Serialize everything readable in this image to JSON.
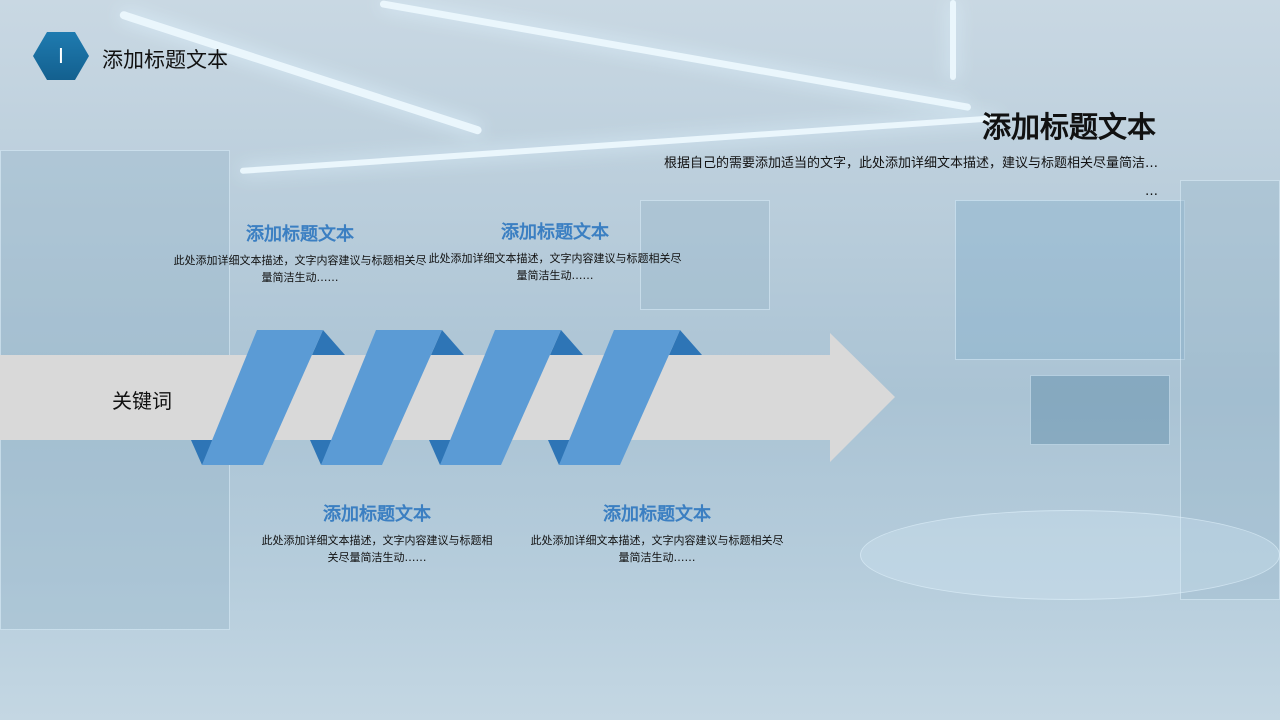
{
  "header": {
    "number": "I",
    "title": "添加标题文本"
  },
  "summary": {
    "title": "添加标题文本",
    "description": "根据自己的需要添加适当的文字，此处添加详细文本描述，建议与标题相关尽量简洁… …"
  },
  "keyword": "关键词",
  "cards": [
    {
      "title": "添加标题文本",
      "description": "此处添加详细文本描述，文字内容建议与标题相关尽量简洁生动……"
    },
    {
      "title": "添加标题文本",
      "description": "此处添加详细文本描述，文字内容建议与标题相关尽量简洁生动……"
    },
    {
      "title": "添加标题文本",
      "description": "此处添加详细文本描述，文字内容建议与标题相关尽量简洁生动……"
    },
    {
      "title": "添加标题文本",
      "description": "此处添加详细文本描述，文字内容建议与标题相关尽量简洁生动……"
    }
  ],
  "colors": {
    "ribbon": "#5b9bd5",
    "ribbon_fold": "#2e75b6",
    "band": "#d9d9d9",
    "accent": "#1a6fa3",
    "card_title": "#3b7fc2"
  }
}
